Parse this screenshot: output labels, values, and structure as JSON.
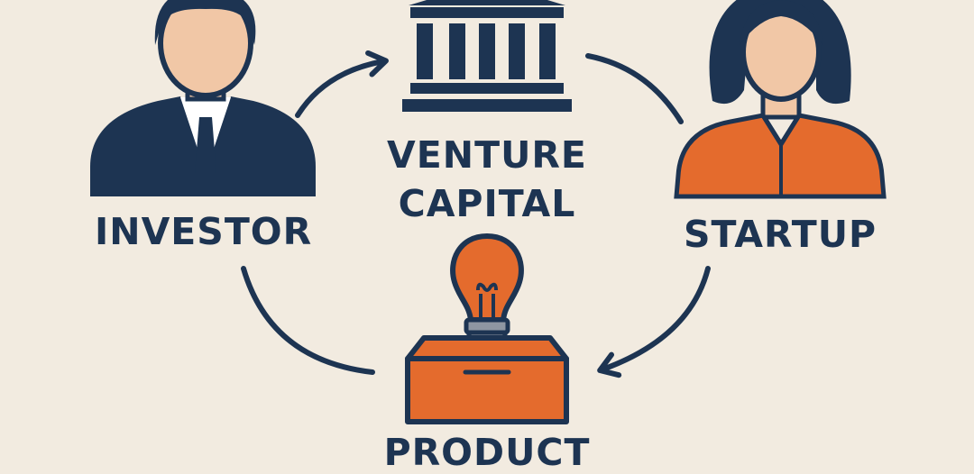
{
  "diagram": {
    "nodes": {
      "investor": {
        "label": "INVESTOR"
      },
      "venture_capital": {
        "label_line1": "VENTURE",
        "label_line2": "CAPITAL"
      },
      "startup": {
        "label": "STARTUP"
      },
      "product": {
        "label": "PRODUCT"
      }
    },
    "edges": [
      {
        "from": "investor",
        "to": "venture_capital"
      },
      {
        "from": "venture_capital",
        "to": "startup"
      },
      {
        "from": "startup",
        "to": "product"
      },
      {
        "from": "product",
        "to": "investor"
      }
    ],
    "colors": {
      "background": "#f2ebe0",
      "navy": "#1d3452",
      "orange": "#e46b2d",
      "skin": "#f1c7a6"
    }
  }
}
